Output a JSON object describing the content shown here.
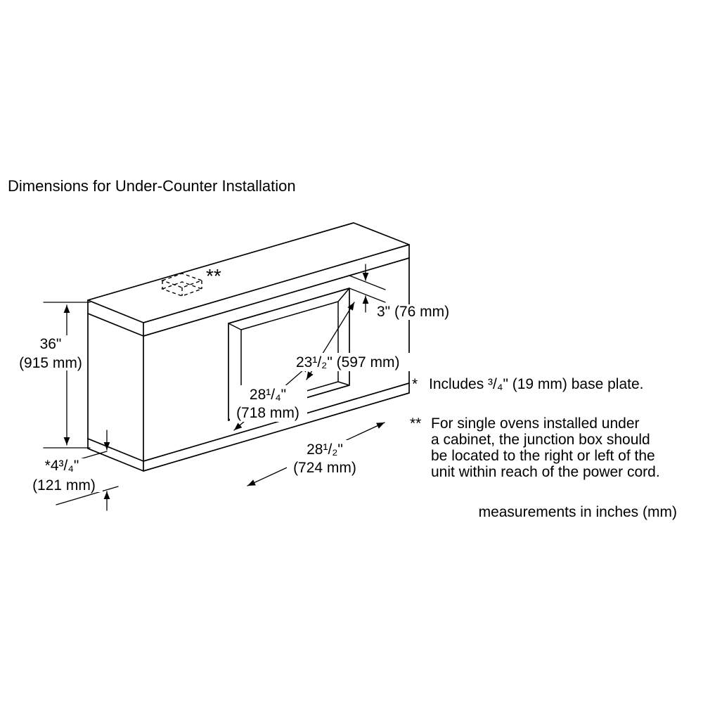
{
  "title": "Dimensions for Under-Counter Installation",
  "diagram": {
    "junction_marker": "**",
    "dims": {
      "height": {
        "in": "36\"",
        "mm": "(915 mm)"
      },
      "base": {
        "in": "*4³/₄\"",
        "mm": "(121 mm)"
      },
      "top_gap": {
        "label": "3\" (76 mm)"
      },
      "cutout_height": {
        "label": "23¹/₂\" (597 mm)"
      },
      "cutout_width": {
        "in": "28¹/₄\"",
        "mm": "(718 mm)"
      },
      "depth": {
        "in": "28¹/₂\"",
        "mm": "(724 mm)"
      }
    }
  },
  "notes": {
    "single": {
      "marker": "*",
      "text": "Includes ³/₄\" (19 mm) base plate."
    },
    "double": {
      "marker": "**",
      "lines": [
        "For single ovens installed under",
        "a cabinet, the junction box should",
        "be located to the right or left of the",
        "unit within reach of the power cord."
      ]
    },
    "footer": "measurements in inches (mm)"
  },
  "colors": {
    "line": "#000000",
    "background": "#ffffff"
  }
}
